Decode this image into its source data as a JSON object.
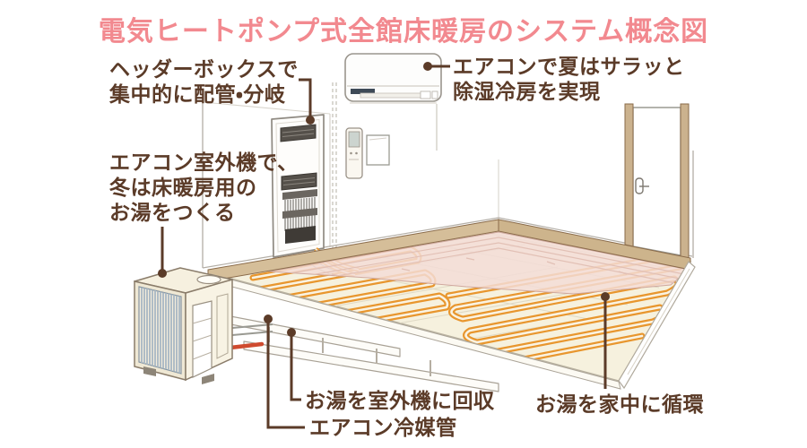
{
  "title": {
    "text": "電気ヒートポンプ式全館床暖房のシステム概念図"
  },
  "callouts": {
    "header_box": {
      "lines": [
        "ヘッダーボックスで",
        "集中的に配管・分岐"
      ]
    },
    "aircon": {
      "lines": [
        "エアコンで夏はサラッと",
        "除湿冷房を実現"
      ]
    },
    "outdoor_unit": {
      "lines": [
        "エアコン室外機で、",
        "冬は床暖房用の",
        "お湯をつくる"
      ]
    },
    "hot_water_return": {
      "text": "お湯を室外機に回収"
    },
    "refrigerant_pipe": {
      "text": "エアコン冷媒管"
    },
    "hot_water_circulation": {
      "text": "お湯を家中に循環"
    }
  },
  "components": [
    "wall-air-conditioner",
    "remote-controls",
    "header-box",
    "door",
    "floor-heating-pipe-circuits",
    "pink-flooring-overlay",
    "outdoor-unit",
    "refrigerant-pipe"
  ],
  "colors": {
    "title_pink": "#f2898f",
    "label_brown": "#5b3b28",
    "pipe_orange": "#e8962e",
    "floor_cream": "#f6f1de",
    "flooring_pink": "#f3ddd7",
    "wood_tan": "#d5be99",
    "fin_blue_gray": "#a3b4c2",
    "refrigerant_red": "#cf4a2e"
  }
}
